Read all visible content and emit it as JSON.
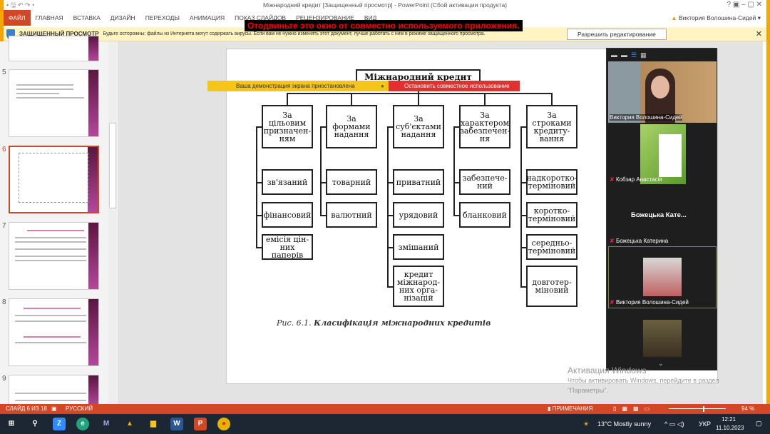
{
  "window": {
    "title": "Міжнародний кредит [Защищенный просмотр] - PowerPoint (Сбой активации продукта)",
    "user": "Виктория Волошина-Сидей"
  },
  "ribbon": {
    "tabs": [
      "ФАЙЛ",
      "ГЛАВНАЯ",
      "ВСТАВКА",
      "ДИЗАЙН",
      "ПЕРЕХОДЫ",
      "АНИМАЦИЯ",
      "ПОКАЗ СЛАЙДОВ",
      "РЕЦЕНЗИРОВАНИЕ",
      "ВИД"
    ]
  },
  "share_warning": "Отодвиньте это окно от совместно используемого приложения.",
  "protected": {
    "title": "ЗАЩИЩЕННЫЙ ПРОСМОТР",
    "message": "Будьте осторожны: файлы из Интернета могут содержать вирусы. Если вам не нужно изменять этот документ, лучше работать с ним в режиме защищенного просмотра.",
    "button": "Разрешить редактирование",
    "close": "✕"
  },
  "thumbnails": [
    {
      "num": "5"
    },
    {
      "num": "6",
      "selected": true
    },
    {
      "num": "7"
    },
    {
      "num": "8"
    },
    {
      "num": "9"
    }
  ],
  "diagram": {
    "root": "Міжнародний кредит",
    "columns": [
      {
        "head": "За цільовим призначен-ням",
        "items": [
          "зв'язаний",
          "фінансовий",
          "емісія цін-них паперів"
        ]
      },
      {
        "head": "За формами надання",
        "items": [
          "товарний",
          "валютний"
        ]
      },
      {
        "head": "За суб'єктами надання",
        "items": [
          "приватний",
          "урядовий",
          "змішаний",
          "кредит міжнарод-них орга-нізацій"
        ]
      },
      {
        "head": "За характером забезпечен-ня",
        "items": [
          "забезпече-ний",
          "бланковий"
        ]
      },
      {
        "head": "За строками кредиту-вання",
        "items": [
          "надкоротко-терміновий",
          "коротко-терміновий",
          "середньо-терміновий",
          "довготер-міновий"
        ]
      }
    ],
    "caption_prefix": "Рис. 6.1.",
    "caption": "Класифікація міжнародних кредитів"
  },
  "zoom_bar": {
    "paused": "Ваша демонстрация экрана приостановлена",
    "stop": "Остановить совместное использование"
  },
  "participants": [
    {
      "name": "Виктория Волошина-Сидей"
    },
    {
      "name": "Кобзар Анастасія",
      "muted": true
    },
    {
      "name": "Божецька Катерина",
      "display": "Божецька Кате...",
      "muted": true
    },
    {
      "name": "Виктория Волошина-Сидей",
      "muted": true
    }
  ],
  "activation": {
    "title": "Активация Windows",
    "line1": "Чтобы активировать Windows, перейдите в раздел",
    "line2": "\"Параметры\"."
  },
  "status": {
    "slide": "СЛАЙД 6 ИЗ 18",
    "lang": "РУССКИЙ",
    "notes": "ПРИМЕЧАНИЯ",
    "zoom": "94 %",
    "zoom_level": 94
  },
  "taskbar": {
    "weather": "13°C  Mostly sunny",
    "lang": "УКР",
    "time": "12:21",
    "date": "11.10.2023"
  }
}
